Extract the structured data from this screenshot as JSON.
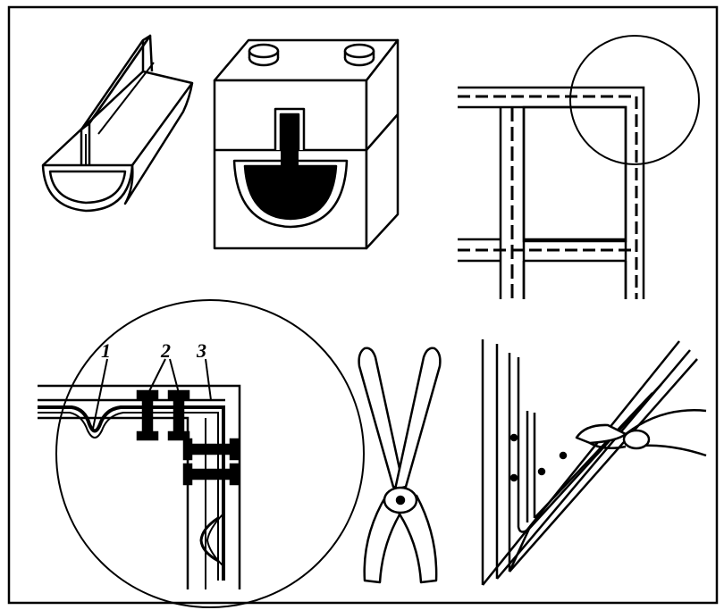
{
  "figure": {
    "callout_labels": [
      {
        "id": "1",
        "text": "1"
      },
      {
        "id": "2",
        "text": "2"
      },
      {
        "id": "3",
        "text": "3"
      }
    ]
  },
  "colors": {
    "ink": "#000000",
    "paper": "#ffffff"
  },
  "panels": [
    {
      "id": "t-profile-strip",
      "icon": "t-profile-icon"
    },
    {
      "id": "die-block",
      "icon": "die-block-icon"
    },
    {
      "id": "frame-assembly",
      "icon": "frame-icon"
    },
    {
      "id": "corner-detail",
      "icon": "corner-detail-icon"
    },
    {
      "id": "pliers",
      "icon": "pliers-icon"
    },
    {
      "id": "frame-with-pliers",
      "icon": "frame-pliers-icon"
    }
  ]
}
